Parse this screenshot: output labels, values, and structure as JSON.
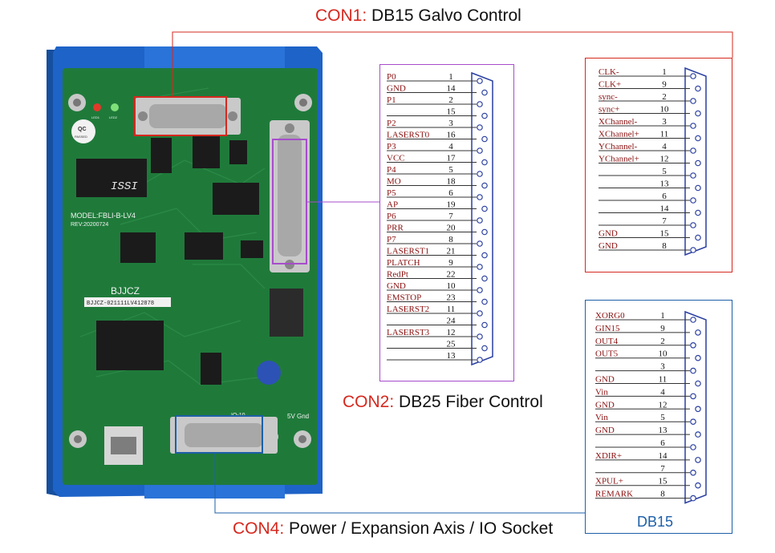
{
  "callouts": {
    "con1": {
      "key": "CON1:",
      "text": "DB15 Galvo Control"
    },
    "con2": {
      "key": "CON2:",
      "text": "DB25 Fiber Control"
    },
    "con4": {
      "key": "CON4:",
      "text": "Power / Expansion Axis / IO Socket"
    }
  },
  "board": {
    "model": "MODEL:FBLI-B-LV4",
    "rev": "REV:20200724",
    "brand": "BJJCZ",
    "serial": "BJJCZ-021111LV412878",
    "memory_chip": "ISSI",
    "qc": "QC",
    "qc_sub": "PASSED",
    "voltage_label": "5V Gnd",
    "led_labels": [
      "LED1",
      "LED2"
    ],
    "io_label": "IO-10"
  },
  "colors": {
    "accent_red": "#d6281e",
    "blue_box": "#1d5fa8",
    "purple_box": "#a64dcb",
    "pcb_green": "#1f7a3a",
    "case_blue": "#1e63c8"
  },
  "db25": {
    "rows": [
      {
        "label": "P0",
        "pin": "1"
      },
      {
        "label": "GND",
        "pin": "14"
      },
      {
        "label": "P1",
        "pin": "2"
      },
      {
        "label": "",
        "pin": "15"
      },
      {
        "label": "P2",
        "pin": "3"
      },
      {
        "label": "LASERST0",
        "pin": "16"
      },
      {
        "label": "P3",
        "pin": "4"
      },
      {
        "label": "VCC",
        "pin": "17"
      },
      {
        "label": "P4",
        "pin": "5"
      },
      {
        "label": "MO",
        "pin": "18"
      },
      {
        "label": "P5",
        "pin": "6"
      },
      {
        "label": "AP",
        "pin": "19"
      },
      {
        "label": "P6",
        "pin": "7"
      },
      {
        "label": "PRR",
        "pin": "20"
      },
      {
        "label": "P7",
        "pin": "8"
      },
      {
        "label": "LASERST1",
        "pin": "21"
      },
      {
        "label": "PLATCH",
        "pin": "9"
      },
      {
        "label": "RedPt",
        "pin": "22"
      },
      {
        "label": "GND",
        "pin": "10"
      },
      {
        "label": "EMSTOP",
        "pin": "23"
      },
      {
        "label": "LASERST2",
        "pin": "11"
      },
      {
        "label": "",
        "pin": "24"
      },
      {
        "label": "LASERST3",
        "pin": "12"
      },
      {
        "label": "",
        "pin": "25"
      },
      {
        "label": "",
        "pin": "13"
      }
    ]
  },
  "db15_galvo": {
    "rows": [
      {
        "label": "CLK-",
        "pin": "1"
      },
      {
        "label": "CLK+",
        "pin": "9"
      },
      {
        "label": "sync-",
        "pin": "2"
      },
      {
        "label": "sync+",
        "pin": "10"
      },
      {
        "label": "XChannel-",
        "pin": "3"
      },
      {
        "label": "XChannel+",
        "pin": "11"
      },
      {
        "label": "YChannel-",
        "pin": "4"
      },
      {
        "label": "YChannel+",
        "pin": "12"
      },
      {
        "label": "",
        "pin": "5"
      },
      {
        "label": "",
        "pin": "13"
      },
      {
        "label": "",
        "pin": "6"
      },
      {
        "label": "",
        "pin": "14"
      },
      {
        "label": "",
        "pin": "7"
      },
      {
        "label": "GND",
        "pin": "15"
      },
      {
        "label": "GND",
        "pin": "8"
      }
    ]
  },
  "db15_io": {
    "caption": "DB15",
    "rows": [
      {
        "label": "XORG0",
        "pin": "1"
      },
      {
        "label": "GIN15",
        "pin": "9"
      },
      {
        "label": "OUT4",
        "pin": "2"
      },
      {
        "label": "OUT5",
        "pin": "10"
      },
      {
        "label": "",
        "pin": "3"
      },
      {
        "label": "GND",
        "pin": "11"
      },
      {
        "label": "Vin",
        "pin": "4"
      },
      {
        "label": "GND",
        "pin": "12"
      },
      {
        "label": "Vin",
        "pin": "5"
      },
      {
        "label": "GND",
        "pin": "13"
      },
      {
        "label": "",
        "pin": "6"
      },
      {
        "label": "XDIR+",
        "pin": "14"
      },
      {
        "label": "",
        "pin": "7"
      },
      {
        "label": "XPUL+",
        "pin": "15"
      },
      {
        "label": "REMARK",
        "pin": "8"
      }
    ]
  }
}
